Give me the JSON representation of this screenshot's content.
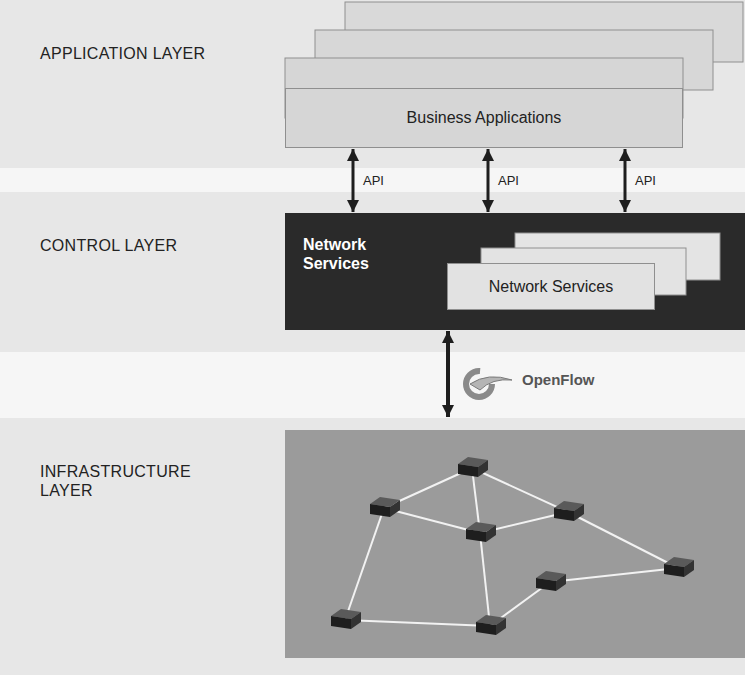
{
  "diagram": {
    "nodes": [
      {
        "text": [
          "APPLICATION LAYER"
        ]
      },
      {
        "text": [
          "Business Applications"
        ],
        "in": 0
      },
      {
        "text": [
          "CONTROL LAYER"
        ]
      },
      {
        "text": [
          "Network Services"
        ],
        "in": 2
      },
      {
        "text": [
          "Network Services"
        ],
        "in": 3
      },
      {
        "text": [
          "INFRASTRUCTURE LAYER"
        ]
      }
    ],
    "edges": [
      {
        "from": 1,
        "to": 3,
        "label": "API",
        "arrow": "both"
      },
      {
        "from": 1,
        "to": 3,
        "label": "API",
        "arrow": "both"
      },
      {
        "from": 1,
        "to": 3,
        "label": "API",
        "arrow": "both"
      },
      {
        "from": 3,
        "to": 5,
        "label": "OpenFlow",
        "arrow": "both"
      }
    ]
  }
}
